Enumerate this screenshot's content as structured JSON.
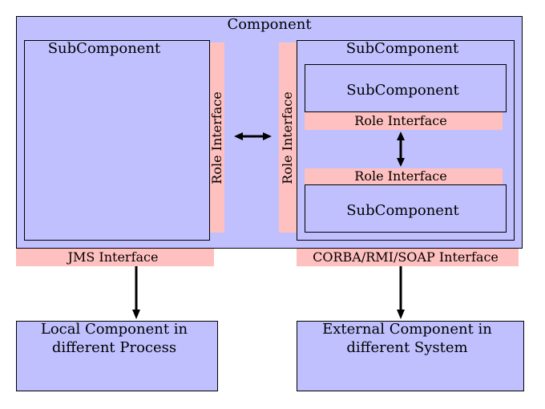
{
  "component": {
    "title": "Component"
  },
  "sub_left": {
    "title": "SubComponent"
  },
  "sub_right": {
    "title": "SubComponent",
    "inner_top": "SubComponent",
    "inner_bottom": "SubComponent"
  },
  "role_interface": {
    "vertical_left": "Role Interface",
    "vertical_right": "Role Interface",
    "horizontal_top": "Role Interface",
    "horizontal_bottom": "Role Interface"
  },
  "jms_interface": "JMS Interface",
  "corba_interface": "CORBA/RMI/SOAP Interface",
  "local_component": {
    "line1": "Local Component in",
    "line2": "different Process"
  },
  "external_component": {
    "line1": "External Component in",
    "line2": "different System"
  },
  "colors": {
    "box_fill": "#c0c0ff",
    "interface_fill": "#ffc0c0",
    "stroke": "#000000"
  }
}
